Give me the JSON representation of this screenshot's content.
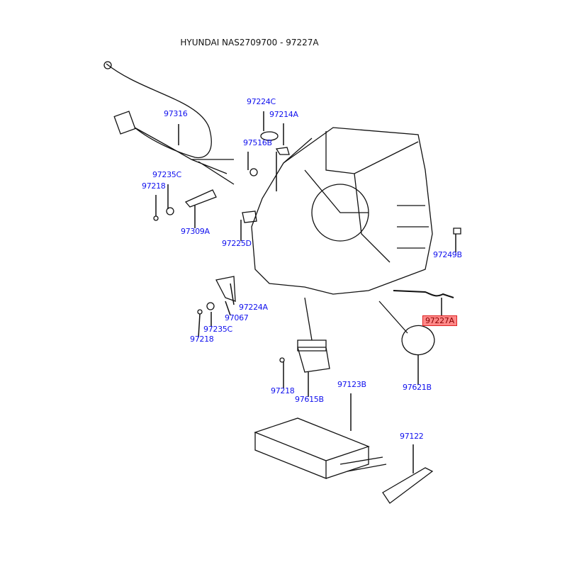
{
  "title": "HYUNDAI NAS2709700 - 97227A",
  "highlight_color": "#ff8888",
  "label_color": "#1010ee",
  "parts": [
    {
      "id": "97316"
    },
    {
      "id": "97224C"
    },
    {
      "id": "97214A"
    },
    {
      "id": "97516B"
    },
    {
      "id": "97235C"
    },
    {
      "id": "97218"
    },
    {
      "id": "97309A"
    },
    {
      "id": "97225D"
    },
    {
      "id": "97249B"
    },
    {
      "id": "97227A",
      "highlighted": true
    },
    {
      "id": "97224A"
    },
    {
      "id": "97067"
    },
    {
      "id": "97235C"
    },
    {
      "id": "97218"
    },
    {
      "id": "97218"
    },
    {
      "id": "97615B"
    },
    {
      "id": "97123B"
    },
    {
      "id": "97621B"
    },
    {
      "id": "97122"
    }
  ]
}
